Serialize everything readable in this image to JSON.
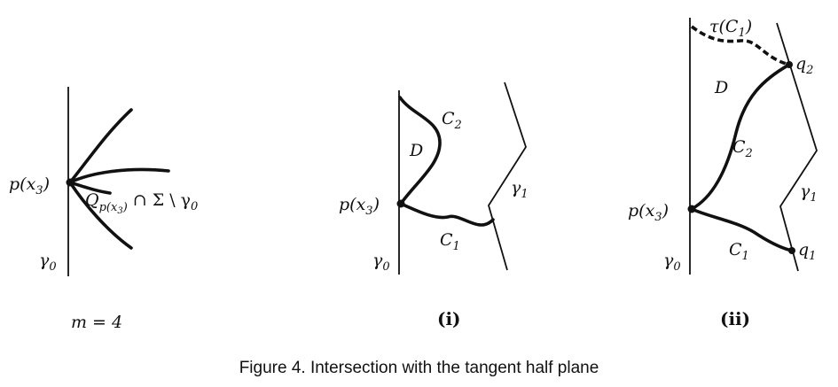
{
  "panels": {
    "left": {
      "point_label": "p(x",
      "point_sub": "3",
      "point_close": ")",
      "gamma_label": "γ",
      "gamma_sub": "0",
      "set_label_Q": "Q",
      "set_label_sub_p": "p(x",
      "set_label_sub_sub": "3",
      "set_label_sub_close": ")",
      "set_label_rest": " ∩ Σ \\ γ",
      "set_label_rest_sub": "0",
      "m_label": "m = 4"
    },
    "middle": {
      "point_label": "p(x",
      "point_sub": "3",
      "point_close": ")",
      "gamma0": "γ",
      "gamma0_sub": "0",
      "gamma1": "γ",
      "gamma1_sub": "1",
      "region": "D",
      "c1": "C",
      "c1_sub": "1",
      "c2": "C",
      "c2_sub": "2",
      "panel_label": "(i)"
    },
    "right": {
      "point_label": "p(x",
      "point_sub": "3",
      "point_close": ")",
      "gamma0": "γ",
      "gamma0_sub": "0",
      "gamma1": "γ",
      "gamma1_sub": "1",
      "region": "D",
      "c1": "C",
      "c1_sub": "1",
      "c2": "C",
      "c2_sub": "2",
      "q1": "q",
      "q1_sub": "1",
      "q2": "q",
      "q2_sub": "2",
      "tau": "τ(C",
      "tau_sub": "1",
      "tau_close": ")",
      "panel_label": "(ii)"
    }
  },
  "caption": {
    "text": "Figure 4.  Intersection with the tangent half plane"
  }
}
